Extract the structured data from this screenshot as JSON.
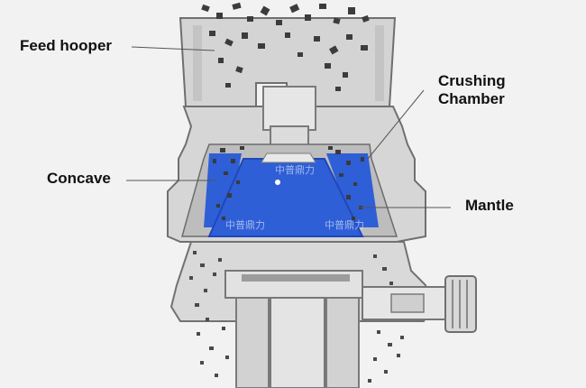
{
  "labels": {
    "feed_hopper": "Feed hooper",
    "crushing_chamber_line1": "Crushing",
    "crushing_chamber_line2": "Chamber",
    "concave": "Concave",
    "mantle": "Mantle"
  },
  "watermark": "中普鼎力",
  "colors": {
    "background": "#f2f2f2",
    "machine_body": "#d9d9d9",
    "machine_outline": "#7a7a7a",
    "inner_body": "#c8c8c8",
    "mantle_blue": "#2f5fd6",
    "mantle_blue_dark": "#1f47b8",
    "rock": "#3a3a3a",
    "leader_line": "#555555"
  }
}
